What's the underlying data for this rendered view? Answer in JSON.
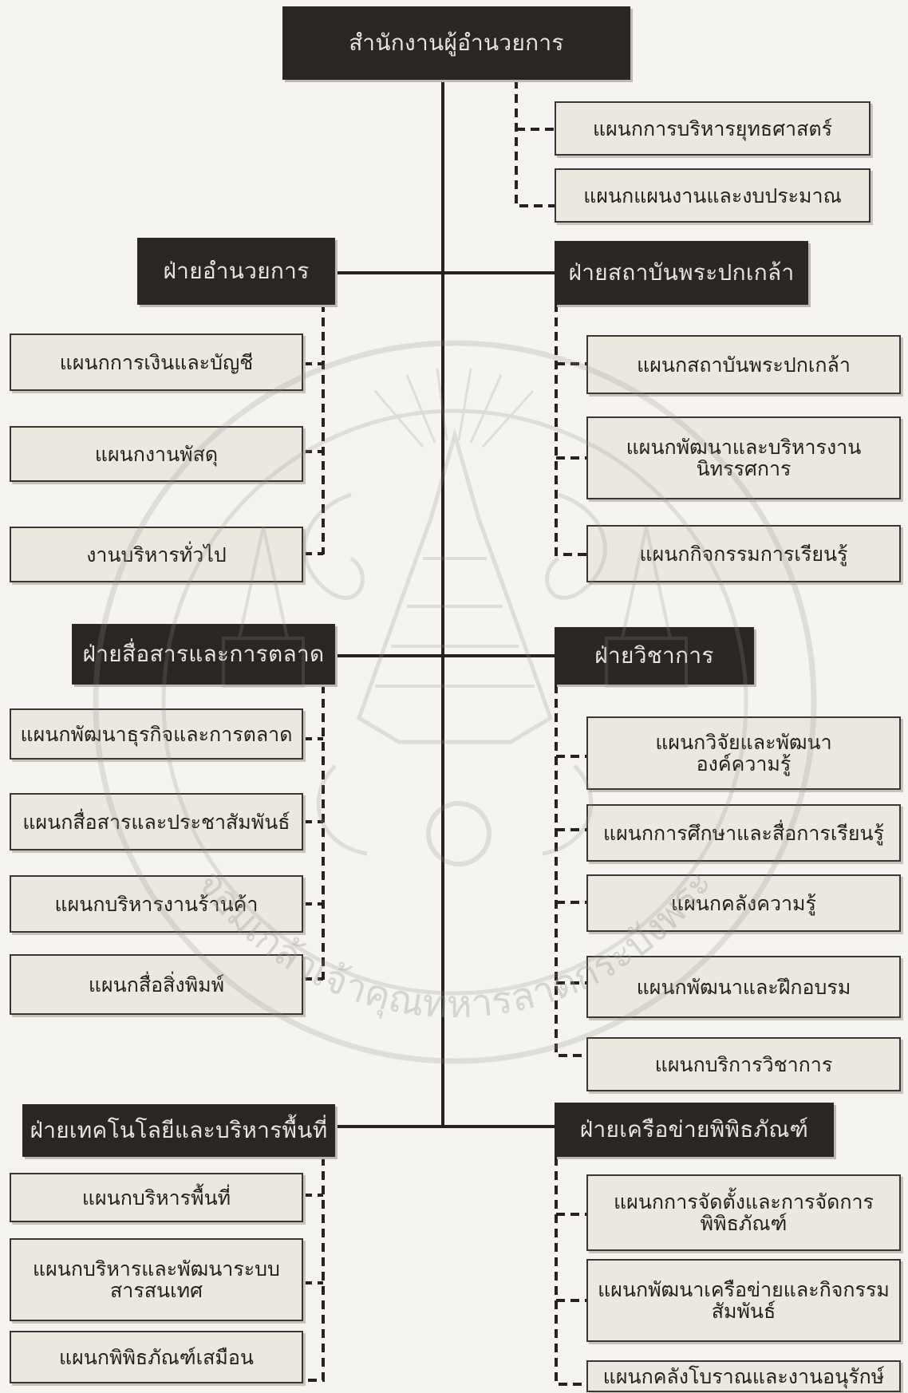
{
  "top": {
    "label": "สำนักงานผู้อำนวยการ"
  },
  "top_units": [
    "แผนกการบริหารยุทธศาสตร์",
    "แผนกแผนงานและงบประมาณ"
  ],
  "divisions": {
    "admin": {
      "title": "ฝ่ายอำนวยการ",
      "units": [
        "แผนกการเงินและบัญชี",
        "แผนกงานพัสดุ",
        "งานบริหารทั่วไป"
      ]
    },
    "prajadhipok": {
      "title": "ฝ่ายสถาบันพระปกเกล้า",
      "units": [
        "แผนกสถาบันพระปกเกล้า",
        "แผนกพัฒนาและบริหารงาน",
        "นิทรรศการ",
        "แผนกกิจกรรมการเรียนรู้"
      ]
    },
    "comm": {
      "title": "ฝ่ายสื่อสารและการตลาด",
      "units": [
        "แผนกพัฒนาธุรกิจและการตลาด",
        "แผนกสื่อสารและประชาสัมพันธ์",
        "แผนกบริหารงานร้านค้า",
        "แผนกสื่อสิ่งพิมพ์"
      ]
    },
    "academic": {
      "title": "ฝ่ายวิชาการ",
      "units": [
        "แผนกวิจัยและพัฒนา",
        "องค์ความรู้",
        "แผนกการศึกษาและสื่อการเรียนรู้",
        "แผนกคลังความรู้",
        "แผนกพัฒนาและฝึกอบรม",
        "แผนกบริการวิชาการ"
      ]
    },
    "tech": {
      "title": "ฝ่ายเทคโนโลยีและบริหารพื้นที่",
      "units": [
        "แผนกบริหารพื้นที่",
        "แผนกบริหารและพัฒนาระบบ",
        "สารสนเทศ",
        "แผนกพิพิธภัณฑ์เสมือน"
      ]
    },
    "network": {
      "title": "ฝ่ายเครือข่ายพิพิธภัณฑ์",
      "units": [
        "แผนกการจัดตั้งและการจัดการ",
        "พิพิธภัณฑ์",
        "แผนกพัฒนาเครือข่ายและกิจกรรม",
        "สัมพันธ์",
        "แผนกคลังโบราณและงานอนุรักษ์"
      ]
    }
  },
  "watermark": {
    "text": "จอมเกล้าเจ้าคุณทหารลาดกระบังพระ",
    "text_color": "#9a9a9a"
  },
  "colors": {
    "header_bg": "#2a2624",
    "unit_bg": "#ece8df",
    "line": "#262220",
    "page_bg": "#f6f4f0"
  }
}
